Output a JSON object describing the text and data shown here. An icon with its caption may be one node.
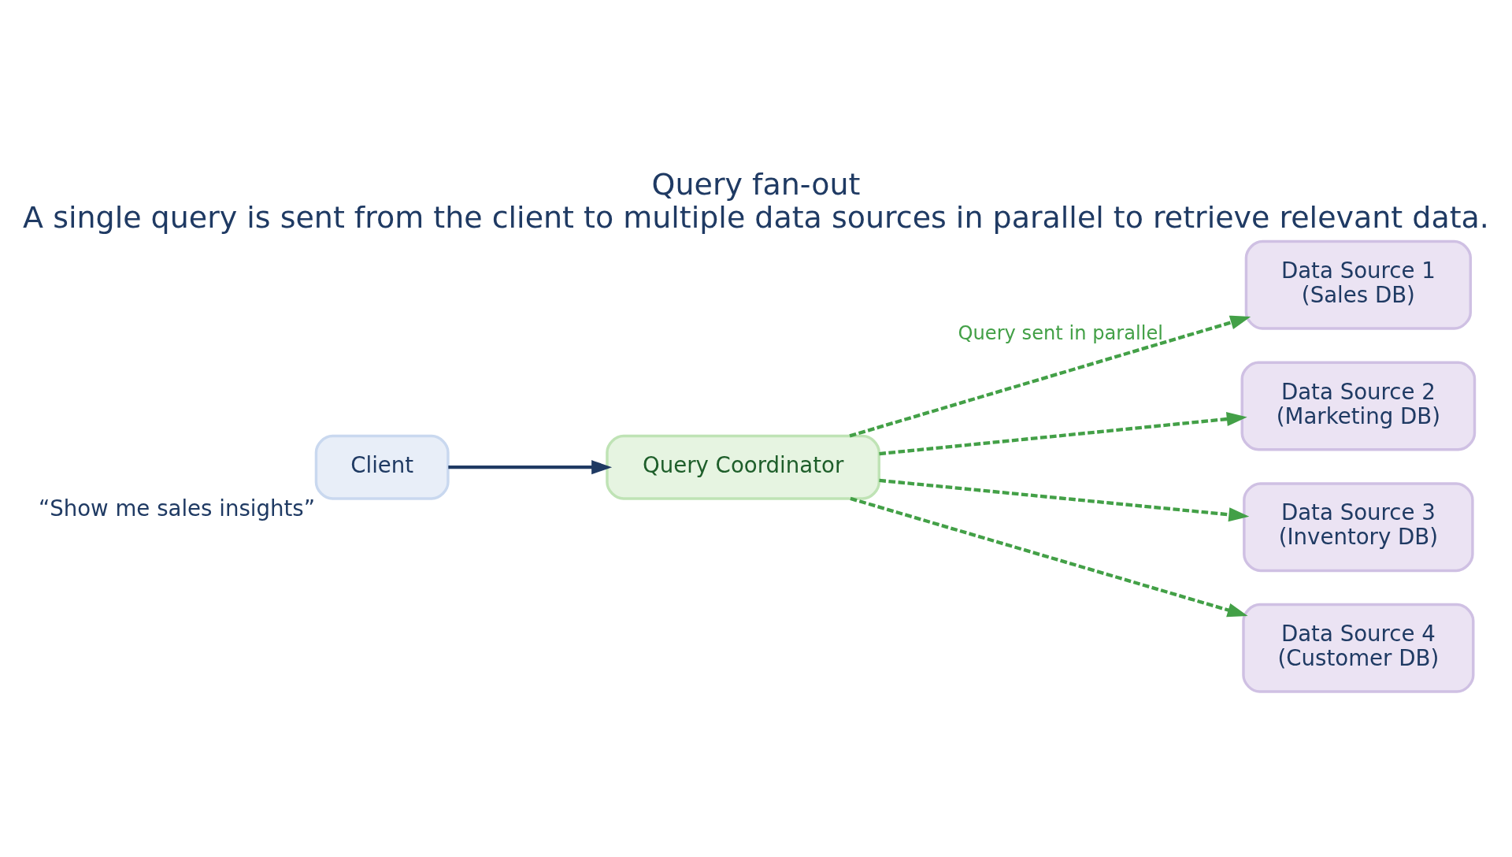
{
  "diagram": {
    "title": "Query fan-out",
    "caption": "A single query is sent from the client to multiple data sources in parallel to retrieve relevant data.",
    "nodes": [
      {
        "text": [
          "Client"
        ],
        "beside": [
          "“Show me sales insights”"
        ]
      },
      {
        "text": [
          "Query Coordinator"
        ]
      },
      {
        "text": [
          "Data Source 1",
          "(Sales DB)"
        ]
      },
      {
        "text": [
          "Data Source 2",
          "(Marketing DB)"
        ]
      },
      {
        "text": [
          "Data Source 3",
          "(Inventory DB)"
        ]
      },
      {
        "text": [
          "Data Source 4",
          "(Customer DB)"
        ]
      }
    ],
    "edges": [
      {
        "from": 0,
        "to": 1,
        "arrow": "to",
        "color": "#1f3a63"
      },
      {
        "from": 1,
        "to": 2,
        "arrow": "to",
        "style": "dashed",
        "label": "Query sent in parallel"
      },
      {
        "from": 1,
        "to": 3,
        "arrow": "to",
        "style": "dashed"
      },
      {
        "from": 1,
        "to": 4,
        "arrow": "to",
        "style": "dashed"
      },
      {
        "from": 1,
        "to": 5,
        "arrow": "to",
        "style": "dashed"
      }
    ]
  }
}
